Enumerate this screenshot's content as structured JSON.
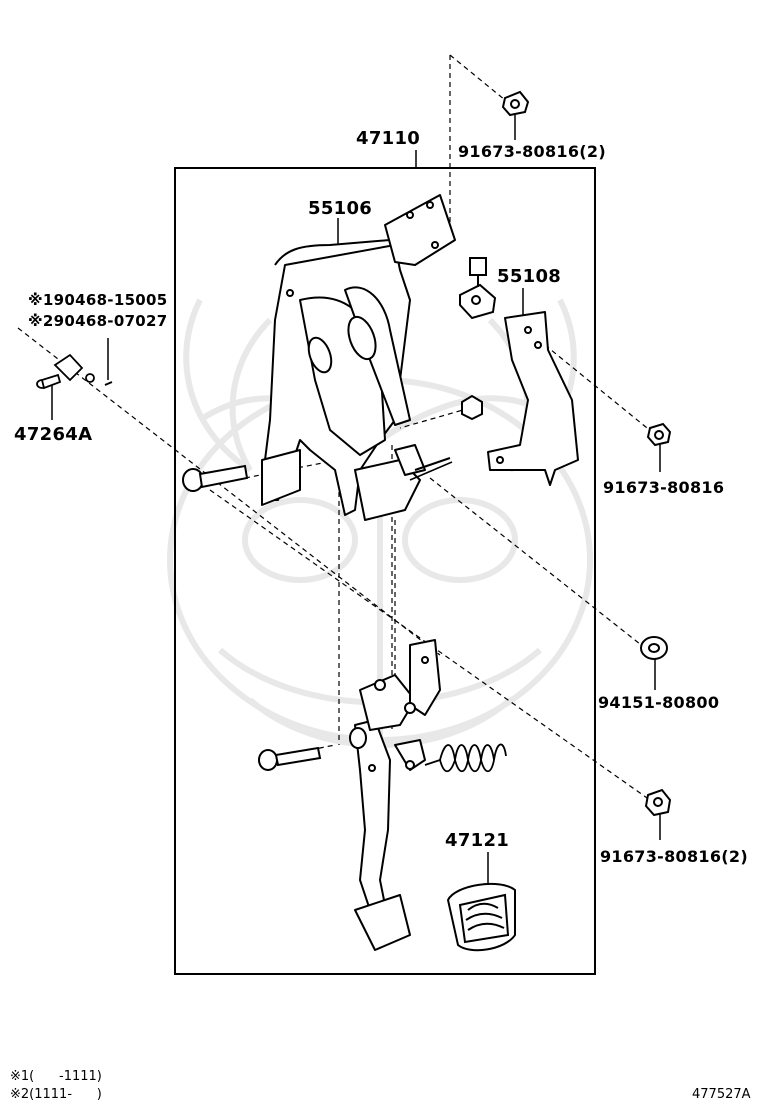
{
  "callouts": {
    "p47110": "47110",
    "p55106": "55106",
    "p55108": "55108",
    "p91673_80816_2_top": "91673-80816(2)",
    "p91673_80816_mid": "91673-80816",
    "p94151_80800": "94151-80800",
    "p91673_80816_2_bottom": "91673-80816(2)",
    "p47121": "47121",
    "p90468_15005": "※190468-15005",
    "p90468_07027": "※290468-07027",
    "p47264A": "47264A"
  },
  "notes": {
    "note1": "※1(      -1111)",
    "note2": "※2(1111-      )"
  },
  "illustration_number": "477527A",
  "colors": {
    "line": "#000000",
    "watermark": "#e6e6e6",
    "background": "#ffffff"
  }
}
